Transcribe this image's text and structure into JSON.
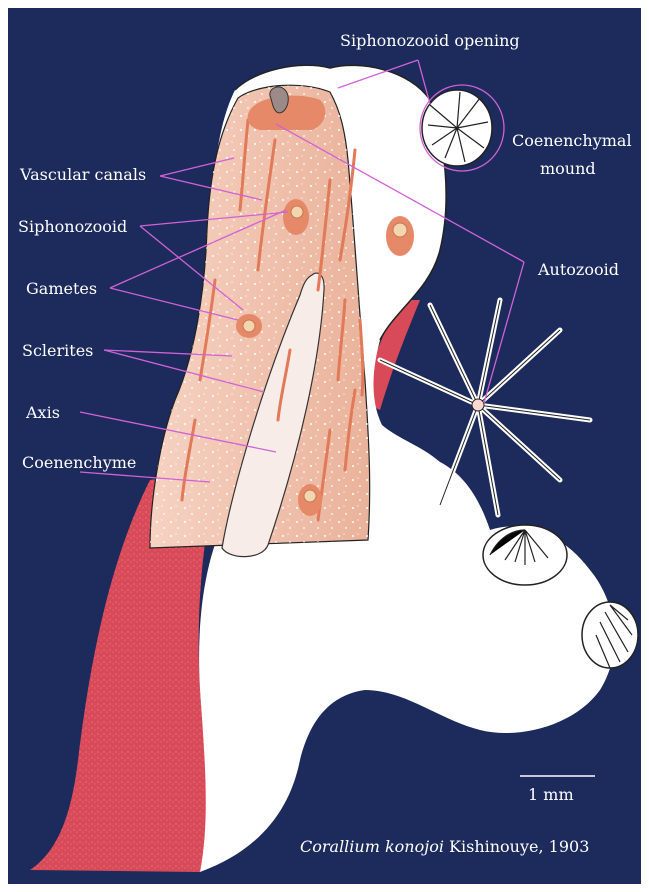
{
  "colors": {
    "background": "#1c2a5c",
    "annotation": "#d062d6",
    "tissue_white": "#ffffff",
    "coenenchyme_pink": "#f2c2ae",
    "axis_stem_red": "#d84a58",
    "canal_orange": "#e07a58"
  },
  "labels": {
    "siphonozooid_opening": "Siphonozooid opening",
    "coenenchymal": "Coenenchymal",
    "mound": "mound",
    "vascular_canals": "Vascular canals",
    "siphonozooid": "Siphonozooid",
    "gametes": "Gametes",
    "autozooid": "Autozooid",
    "sclerites": "Sclerites",
    "axis": "Axis",
    "coenenchyme": "Coenenchyme"
  },
  "scale_bar": {
    "label": "1 mm"
  },
  "caption": {
    "species": "Corallium konojoi",
    "authority": " Kishinouye, 1903"
  }
}
